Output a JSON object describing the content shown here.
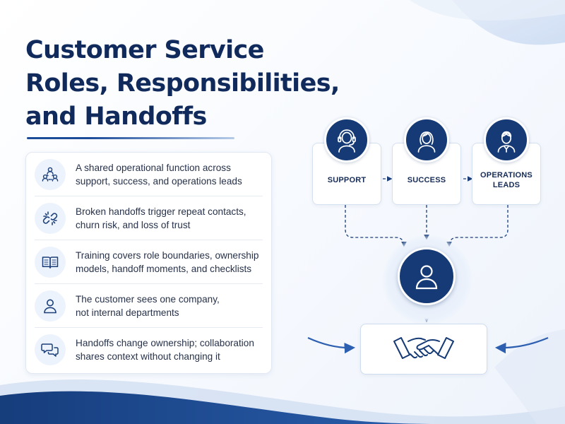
{
  "title": {
    "lines": [
      "Customer Service",
      "Roles, Responsibilities,",
      "and Handoffs"
    ]
  },
  "points": [
    {
      "icon": "team-network-icon",
      "lines": [
        "A shared operational function across",
        "support, success, and operations leads"
      ]
    },
    {
      "icon": "broken-link-icon",
      "lines": [
        "Broken handoffs trigger repeat contacts,",
        "churn risk, and loss of trust"
      ]
    },
    {
      "icon": "open-book-icon",
      "lines": [
        "Training covers role boundaries, ownership",
        "models, handoff moments, and checklists"
      ]
    },
    {
      "icon": "person-icon",
      "lines": [
        "The customer sees one company,",
        "not internal departments"
      ]
    },
    {
      "icon": "chat-bubbles-icon",
      "lines": [
        "Handoffs change ownership; collaboration",
        "shares context without changing it"
      ]
    }
  ],
  "roles": [
    {
      "label": "SUPPORT",
      "icon": "headset-agent-icon"
    },
    {
      "label": "SUCCESS",
      "icon": "woman-avatar-icon"
    },
    {
      "label": "OPERATIONS LEADS",
      "icon": "man-avatar-icon"
    }
  ],
  "center_icon": "customer-icon",
  "outcome_icon": "handshake-icon",
  "colors": {
    "navy": "#153a75",
    "title": "#102a5c",
    "accent": "#1c4b9a",
    "icon_bg": "#edf3fc"
  }
}
